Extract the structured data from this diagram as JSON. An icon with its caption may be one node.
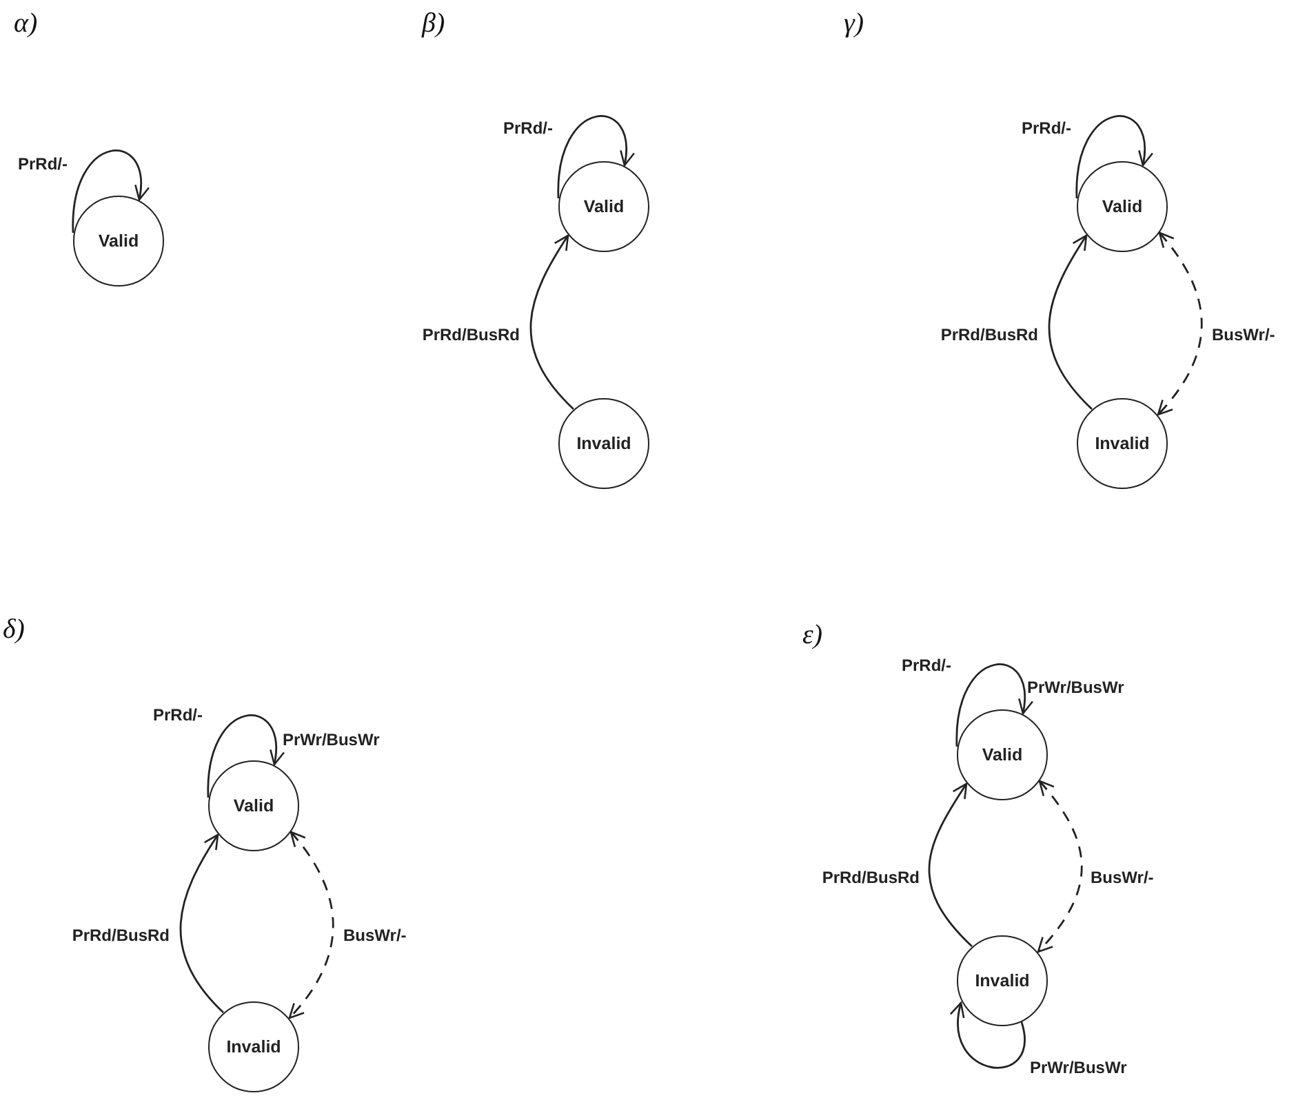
{
  "diagram": {
    "nodes": [
      {
        "text": [
          "Valid"
        ]
      },
      {
        "text": [
          "Valid"
        ]
      },
      {
        "text": [
          "Invalid"
        ]
      },
      {
        "text": [
          "Valid"
        ]
      },
      {
        "text": [
          "Invalid"
        ]
      },
      {
        "text": [
          "Valid"
        ]
      },
      {
        "text": [
          "Invalid"
        ]
      },
      {
        "text": [
          "Valid"
        ]
      },
      {
        "text": [
          "Invalid"
        ]
      }
    ],
    "edges": [
      {
        "from": 0,
        "to": 0,
        "arrow": "to",
        "label": "PrRd/-"
      },
      {
        "from": 1,
        "to": 1,
        "arrow": "to",
        "label": "PrRd/-"
      },
      {
        "from": 2,
        "to": 1,
        "arrow": "to",
        "label": "PrRd/BusRd"
      },
      {
        "from": 3,
        "to": 3,
        "arrow": "to",
        "label": "PrRd/-"
      },
      {
        "from": 4,
        "to": 3,
        "arrow": "to",
        "label": "PrRd/BusRd"
      },
      {
        "from": 3,
        "to": 4,
        "arrow": "both",
        "label": "BusWr/-",
        "style": "dashed"
      },
      {
        "from": 5,
        "to": 5,
        "arrow": "to",
        "label": "PrRd/-"
      },
      {
        "from": 6,
        "to": 5,
        "arrow": "to",
        "label": "PrRd/BusRd"
      },
      {
        "from": 5,
        "to": 6,
        "arrow": "both",
        "label": "BusWr/-",
        "style": "dashed"
      },
      {
        "from": 7,
        "to": 7,
        "arrow": "to",
        "label": "PrRd/-"
      },
      {
        "from": 8,
        "to": 7,
        "arrow": "to",
        "label": "PrRd/BusRd"
      },
      {
        "from": 7,
        "to": 8,
        "arrow": "both",
        "label": "BusWr/-",
        "style": "dashed"
      },
      {
        "from": 8,
        "to": 8,
        "arrow": "to",
        "label": "PrWr/BusWr"
      }
    ],
    "labels": [
      "α)",
      "β)",
      "γ)",
      "δ)",
      "PrWr/BusWr",
      "ε)",
      "PrWr/BusWr"
    ]
  }
}
